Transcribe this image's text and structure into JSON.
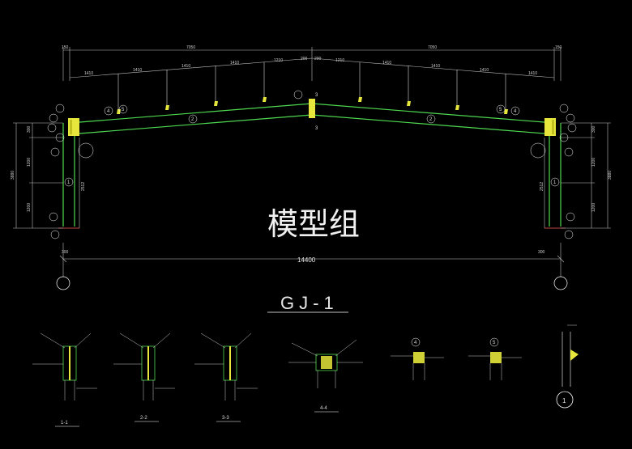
{
  "frame_title": "GJ-1",
  "watermark": "模型组",
  "dims": {
    "total_span": "14400",
    "half_left": "7050",
    "half_right": "7050",
    "edge_left": "150",
    "edge_right": "150",
    "ridge_left": "200",
    "ridge_right": "200",
    "segment_a": "1410",
    "segment_b": "1210",
    "col_height": "3880",
    "col_mid": "1200",
    "col_top": "300",
    "col_clear": "2512",
    "base_offset": "300"
  },
  "axis_labels": {
    "left": "",
    "right": ""
  },
  "marks": {
    "rafter": "2",
    "column": "1",
    "ridge_plate": "3",
    "knee_a": "4",
    "knee_b": "5",
    "detail_id": "1"
  },
  "sections": [
    {
      "label": "1-1"
    },
    {
      "label": "2-2"
    },
    {
      "label": "3-3"
    },
    {
      "label": "4-4"
    }
  ],
  "colors": {
    "member": "#4fd84f",
    "plate": "#e6e63c",
    "line": "#ffffff",
    "dimension": "#bdbdbd",
    "leader": "#ff5a5a"
  }
}
